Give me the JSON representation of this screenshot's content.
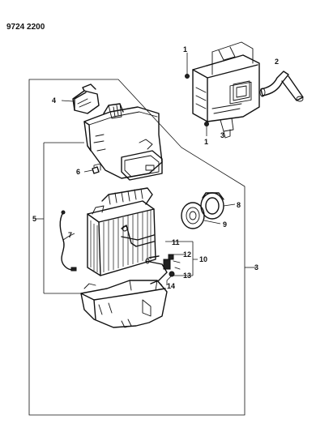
{
  "diagram_code": "9724 2200",
  "callouts": [
    "1",
    "2",
    "3",
    "4",
    "5",
    "6",
    "7",
    "8",
    "9",
    "10",
    "11",
    "12",
    "13",
    "14",
    "1",
    "3"
  ]
}
